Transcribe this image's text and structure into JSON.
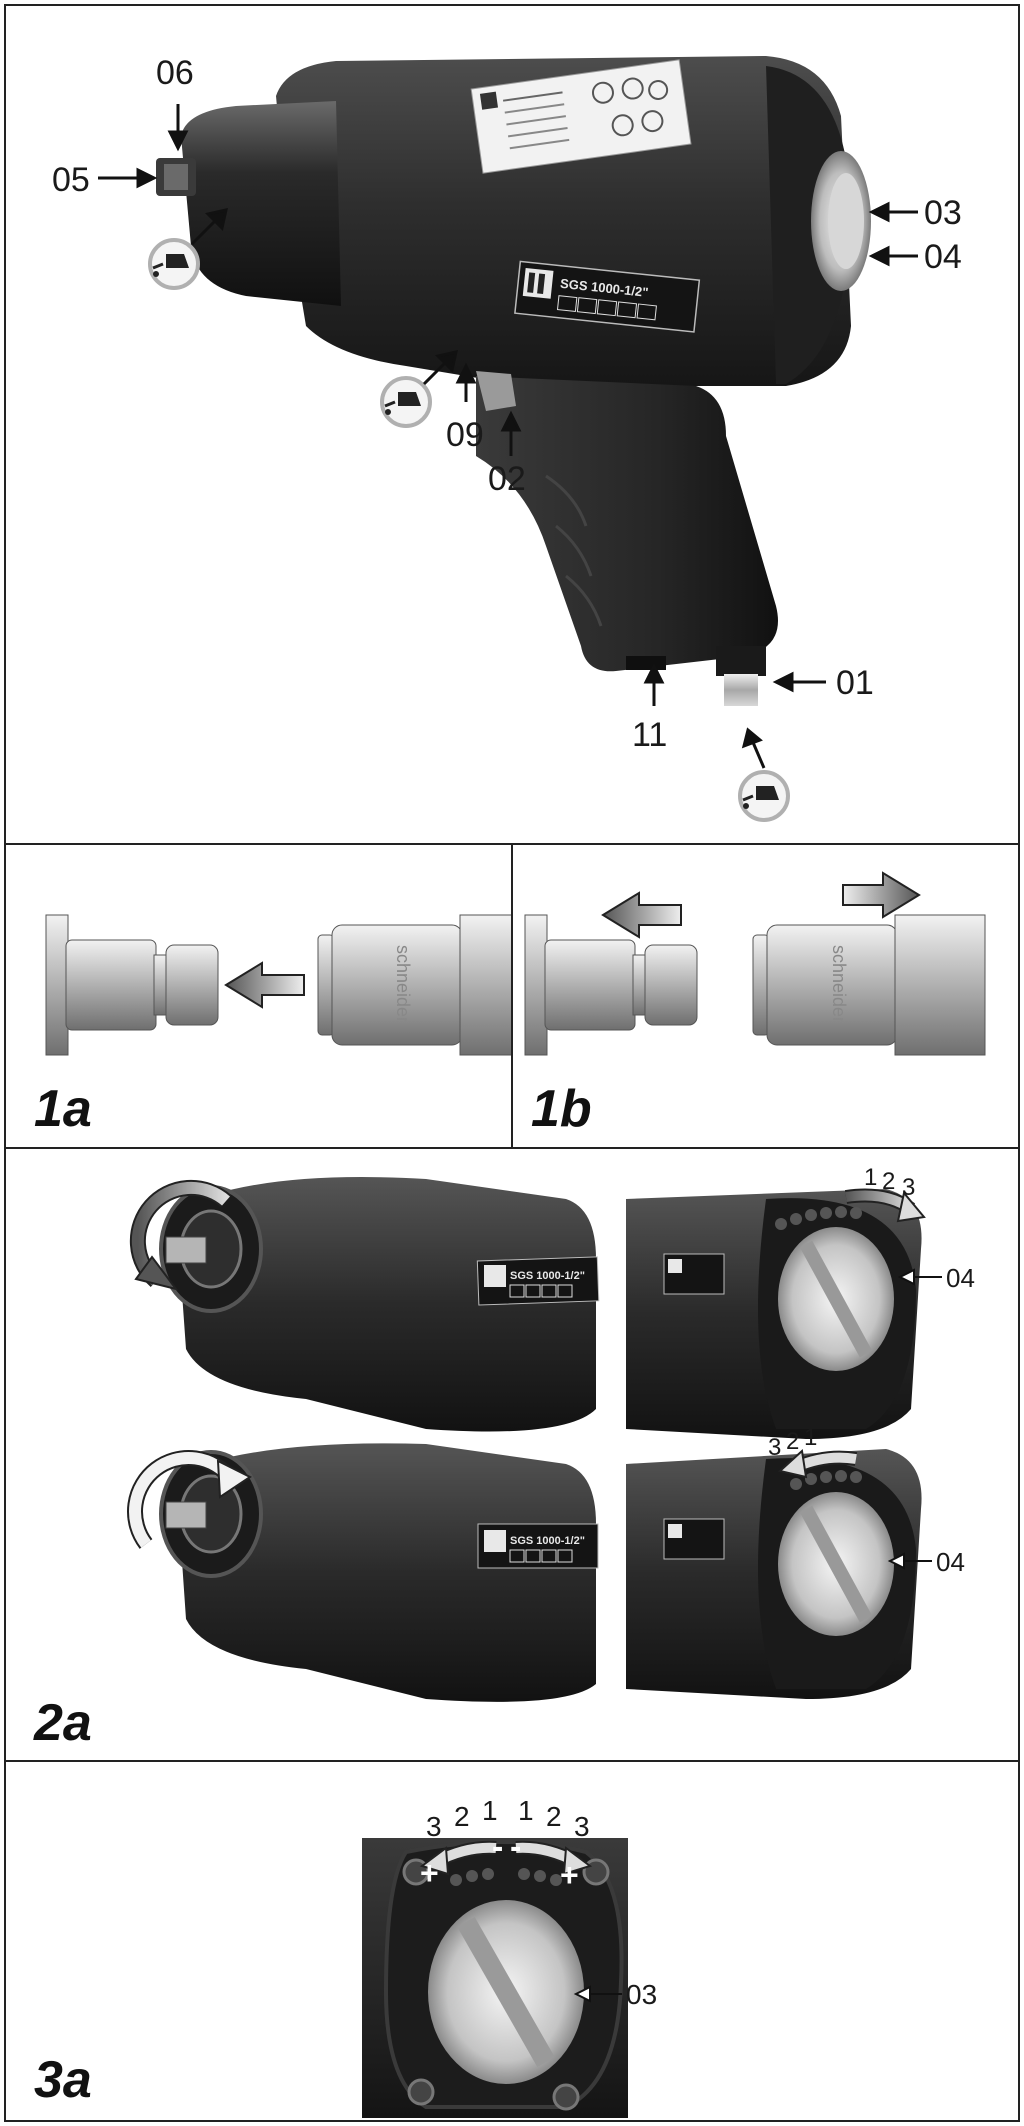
{
  "overview": {
    "callouts": [
      "06",
      "05",
      "03",
      "04",
      "09",
      "02",
      "01",
      "11"
    ],
    "nameplate": "SGS 1000-1/2\"",
    "rating_label": "SGS 1000-1/2\""
  },
  "figure_1a": {
    "label": "1a",
    "coupling_text": "schneider"
  },
  "figure_1b": {
    "label": "1b",
    "coupling_text": "schneider"
  },
  "figure_2a": {
    "label": "2a",
    "nameplate_top": "SGS 1000-1/2\"",
    "nameplate_bottom": "SGS 1000-1/2\"",
    "scale_forward": [
      "1",
      "2",
      "3"
    ],
    "scale_reverse": [
      "3",
      "2",
      "1"
    ],
    "callout_top": "04",
    "callout_bottom": "04"
  },
  "figure_3a": {
    "label": "3a",
    "scale_left": [
      "3",
      "2",
      "1"
    ],
    "scale_right": [
      "1",
      "2",
      "3"
    ],
    "minus_left": "-",
    "minus_right": "-",
    "plus_left": "+",
    "plus_right": "+",
    "callout": "03"
  },
  "colors": {
    "tool_body": "#2b2b2b",
    "tool_highlight": "#4a4a4a",
    "metal": "#c9c9c9",
    "frame": "#222222"
  }
}
